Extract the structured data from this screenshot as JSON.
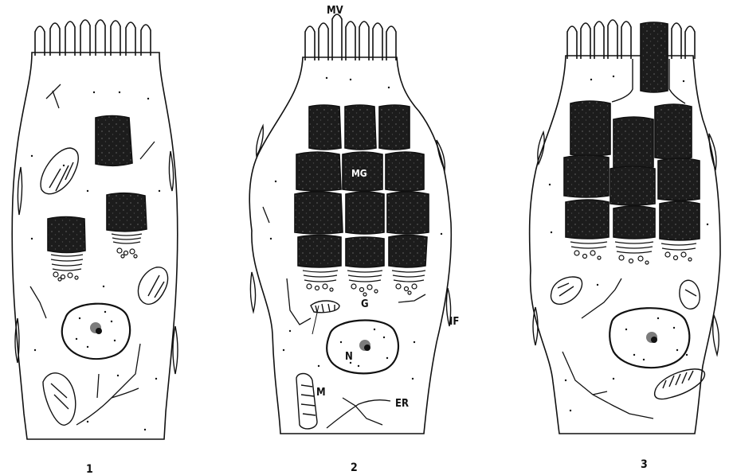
{
  "figure": {
    "panel_numbers": [
      "1",
      "2",
      "3"
    ],
    "labels": {
      "microvilli": "MV",
      "mucous_granules": "MG",
      "golgi": "G",
      "interdigitating_folds": "IF",
      "nucleus": "N",
      "mitochondrion": "M",
      "endoplasmic_reticulum": "ER"
    }
  },
  "colors": {
    "ink": "#111111",
    "granule": "#1a1a1a",
    "paper": "#ffffff"
  }
}
